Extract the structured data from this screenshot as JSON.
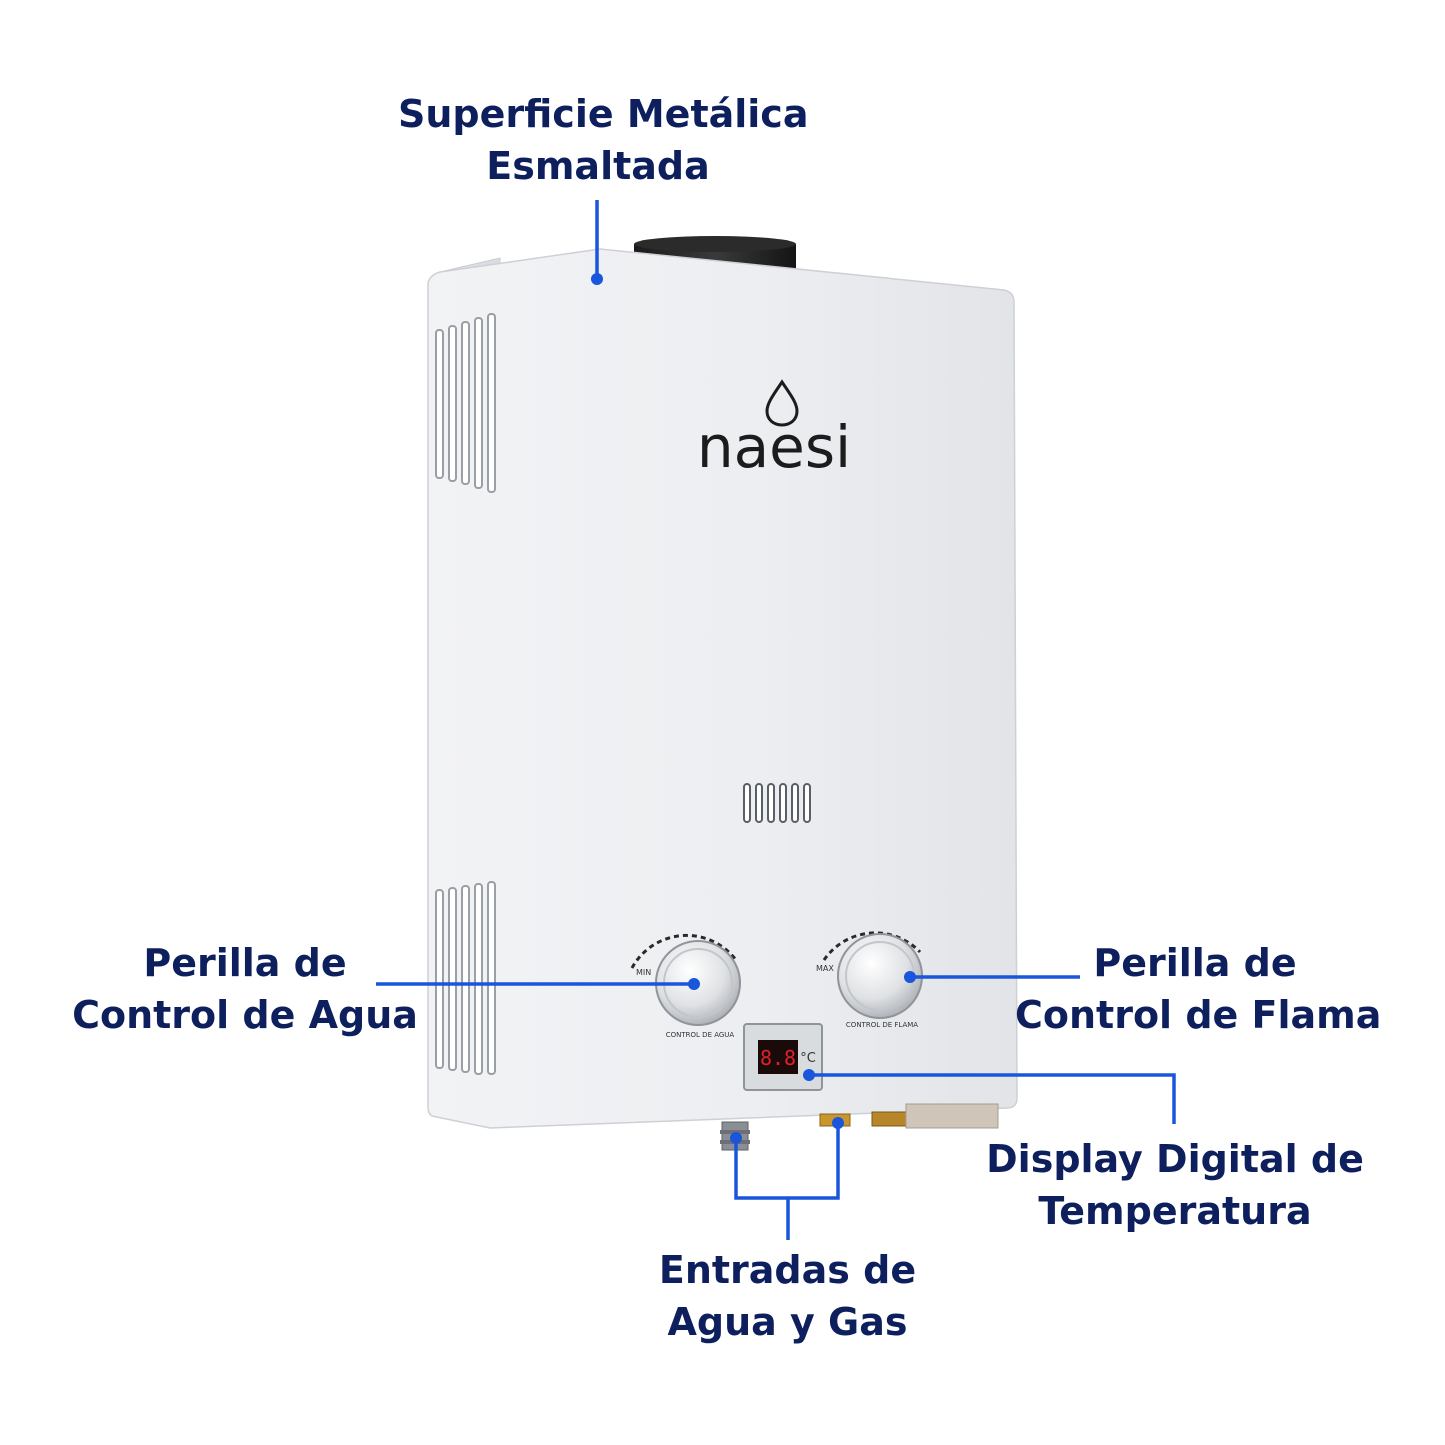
{
  "product": {
    "brand": "naesi",
    "display_value": "8.8",
    "display_unit": "°C",
    "water_knob_min": "MIN",
    "water_knob_label": "CONTROL DE AGUA",
    "flame_knob_max": "MAX",
    "flame_knob_label": "CONTROL DE FLAMA"
  },
  "callouts": {
    "superficie": {
      "line1": "Superficie Metálica",
      "line2": "Esmaltada"
    },
    "agua_knob": {
      "line1": "Perilla de",
      "line2": "Control de Agua"
    },
    "flama_knob": {
      "line1": "Perilla de",
      "line2": "Control de Flama"
    },
    "display": {
      "line1": "Display Digital de",
      "line2": "Temperatura"
    },
    "entradas": {
      "line1": "Entradas de",
      "line2": "Agua y Gas"
    }
  },
  "colors": {
    "callout_text": "#0d1f5c",
    "leader_line": "#1a56db",
    "heater_body": "#eceef0",
    "display_digits": "#e0202a"
  }
}
